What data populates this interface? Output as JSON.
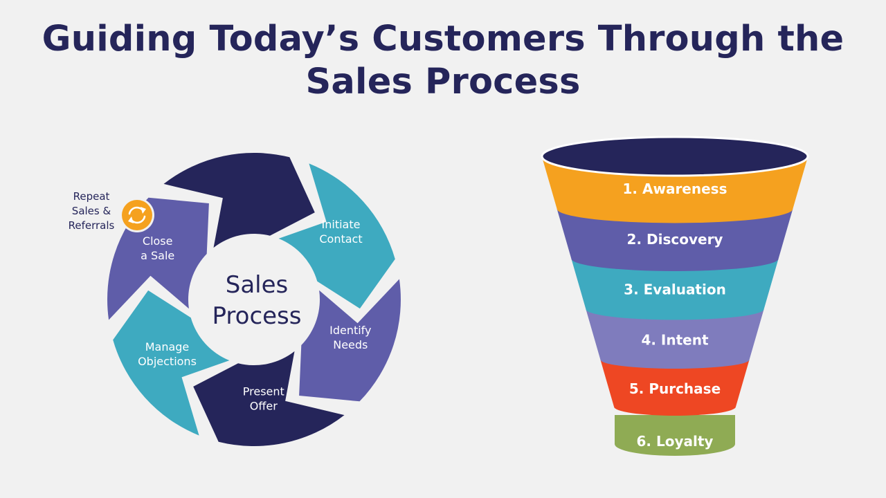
{
  "title": {
    "line1": "Guiding Today’s Customers Through the",
    "line2": "Sales Process"
  },
  "colors": {
    "navy": "#25255a",
    "teal": "#3eaac0",
    "purple": "#5f5da9",
    "lavender": "#7f7cbd",
    "orange": "#f5a11f",
    "red": "#ee4723",
    "green": "#8fab54",
    "background": "#f1f1f1"
  },
  "cycle": {
    "center_label": [
      "Sales",
      "Process"
    ],
    "segments": [
      {
        "lines": [],
        "color": "navy"
      },
      {
        "lines": [
          "Initiate",
          "Contact"
        ],
        "color": "teal"
      },
      {
        "lines": [
          "Identify",
          "Needs"
        ],
        "color": "purple"
      },
      {
        "lines": [
          "Present",
          "Offer"
        ],
        "color": "navy"
      },
      {
        "lines": [
          "Manage",
          "Objections"
        ],
        "color": "teal"
      },
      {
        "lines": [
          "Close",
          "a Sale"
        ],
        "color": "purple"
      }
    ],
    "outer_label": [
      "Repeat",
      "Sales &",
      "Referrals"
    ],
    "outer_icon": "refresh-icon"
  },
  "funnel": {
    "stages": [
      {
        "label": "1. Awareness",
        "color": "orange"
      },
      {
        "label": "2. Discovery",
        "color": "purple"
      },
      {
        "label": "3. Evaluation",
        "color": "teal"
      },
      {
        "label": "4. Intent",
        "color": "lavender"
      },
      {
        "label": "5. Purchase",
        "color": "red"
      },
      {
        "label": "6. Loyalty",
        "color": "green"
      }
    ],
    "top_color": "navy"
  }
}
